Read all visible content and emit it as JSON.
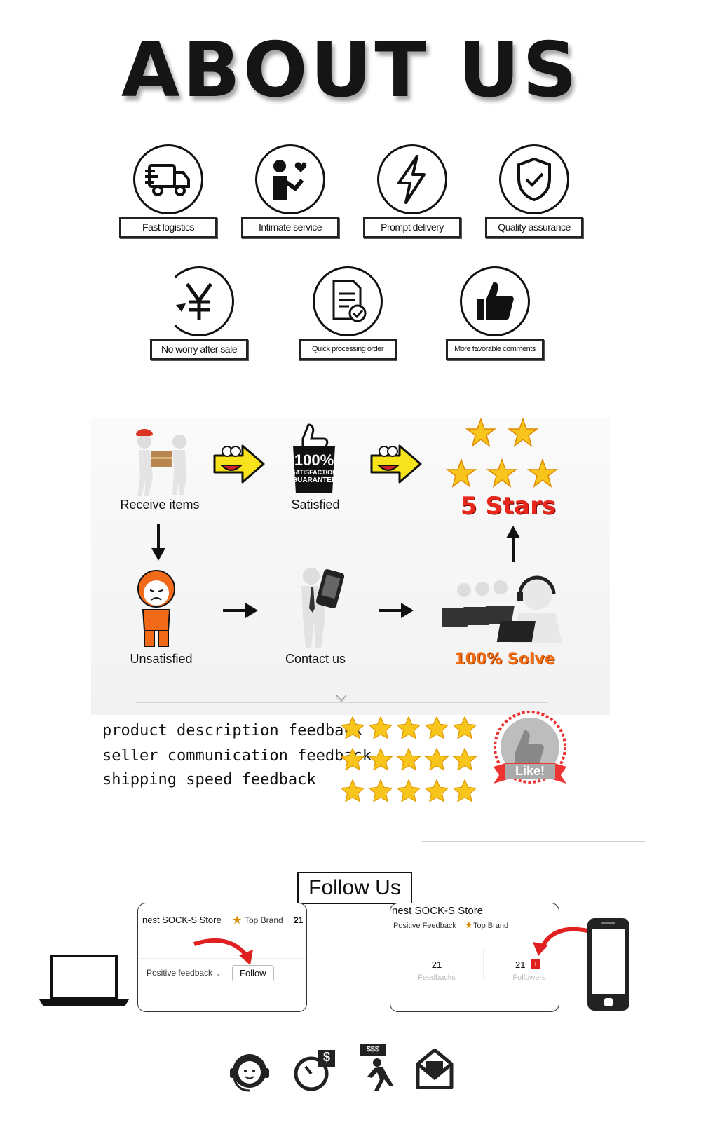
{
  "page_title": "ABOUT US",
  "features": [
    {
      "label": "Fast logistics",
      "icon": "truck-icon"
    },
    {
      "label": "Intimate service",
      "icon": "service-person-heart-icon"
    },
    {
      "label": "Prompt delivery",
      "icon": "lightning-icon"
    },
    {
      "label": "Quality assurance",
      "icon": "shield-check-icon"
    },
    {
      "label": "No worry after sale",
      "icon": "yen-refund-icon"
    },
    {
      "label": "Quick processing order",
      "icon": "document-check-icon"
    },
    {
      "label": "More favorable comments",
      "icon": "thumbs-up-icon"
    }
  ],
  "flow": {
    "receive": "Receive items",
    "satisfied": "Satisfied",
    "guarantee_line1": "100%",
    "guarantee_line2": "SATISFACTION",
    "guarantee_line3": "GUARANTEE",
    "stars_label": "5 Stars",
    "unsatisfied": "Unsatisfied",
    "contact": "Contact us",
    "solve": "100% Solve"
  },
  "feedback": {
    "lines": [
      "product description feedback",
      "seller communication feedback",
      "shipping speed feedback"
    ],
    "rating": 5,
    "badge": "Like!"
  },
  "follow": {
    "heading": "Follow Us",
    "pc_card": {
      "store": "nest SOCK-S Store",
      "brand": "Top Brand",
      "count": "21",
      "feedback_tab": "Positive feedback",
      "follow_btn": "Follow"
    },
    "mobile_card": {
      "store": "nest SOCK-S Store",
      "positive": "Positive Feedback",
      "brand": "Top Brand",
      "feedbacks_count": "21",
      "feedbacks_label": "Feedbacks",
      "followers_count": "21",
      "followers_label": "Followers",
      "plus": "+"
    }
  },
  "bottom_icons": [
    "customer-service-icon",
    "fast-payment-icon",
    "money-runner-icon",
    "mail-icon"
  ],
  "money_tag": "$$$",
  "dollar": "$"
}
